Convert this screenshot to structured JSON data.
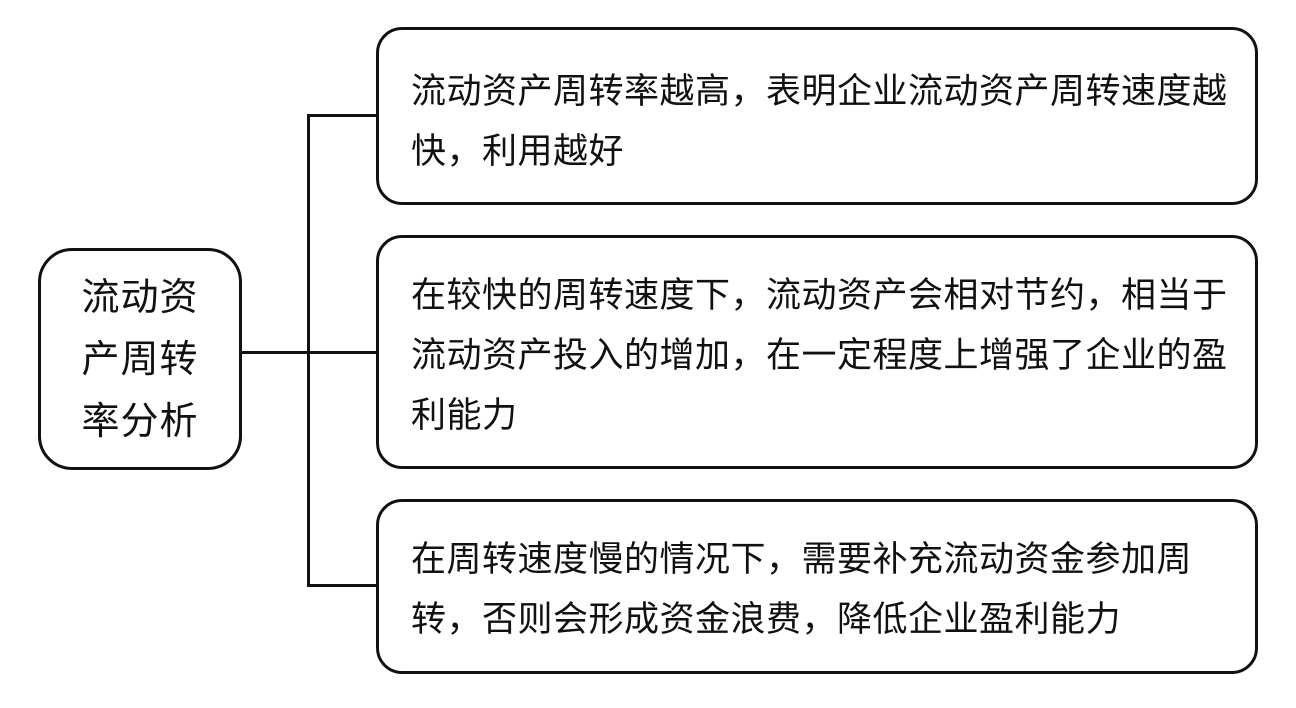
{
  "diagram": {
    "type": "tree-bracket",
    "root": {
      "label": "流动资产周转率分析"
    },
    "branches": [
      {
        "label": "流动资产周转率越高，表明企业流动资产周转速度越快，利用越好"
      },
      {
        "label": "在较快的周转速度下，流动资产会相对节约，相当于流动资产投入的增加，在一定程度上增强了企业的盈利能力"
      },
      {
        "label": "在周转速度慢的情况下，需要补充流动资金参加周转，否则会形成资金浪费，降低企业盈利能力"
      }
    ],
    "colors": {
      "stroke": "#111111",
      "background": "#ffffff",
      "text": "#111111"
    }
  }
}
